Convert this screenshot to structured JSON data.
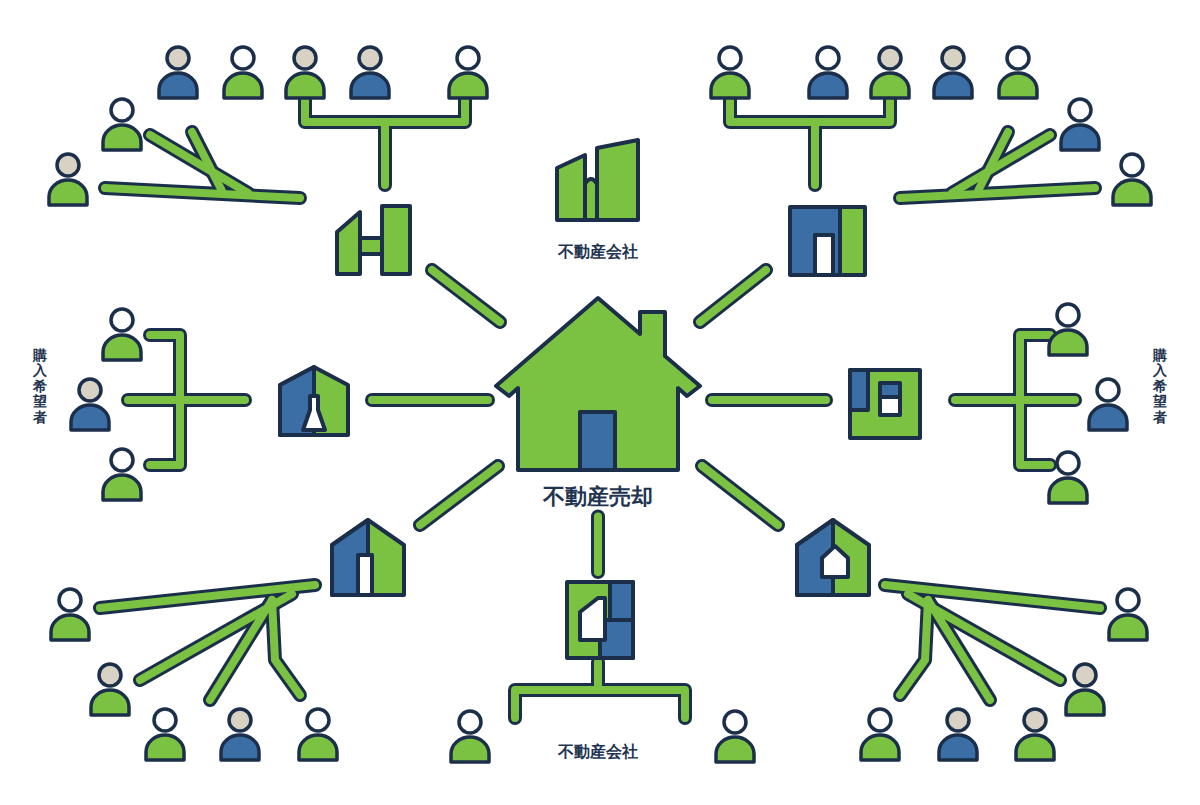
{
  "diagram": {
    "nodes": [
      {
        "text": [
          "不動産会社"
        ]
      },
      {
        "text": [
          "不動産売却"
        ]
      },
      {
        "text": [
          "不動産会社"
        ]
      }
    ],
    "edges": [
      {
        "from": 1,
        "to": 2,
        "arrow": "none"
      }
    ],
    "labels": [
      "購入希望者",
      "購入希望者"
    ]
  }
}
